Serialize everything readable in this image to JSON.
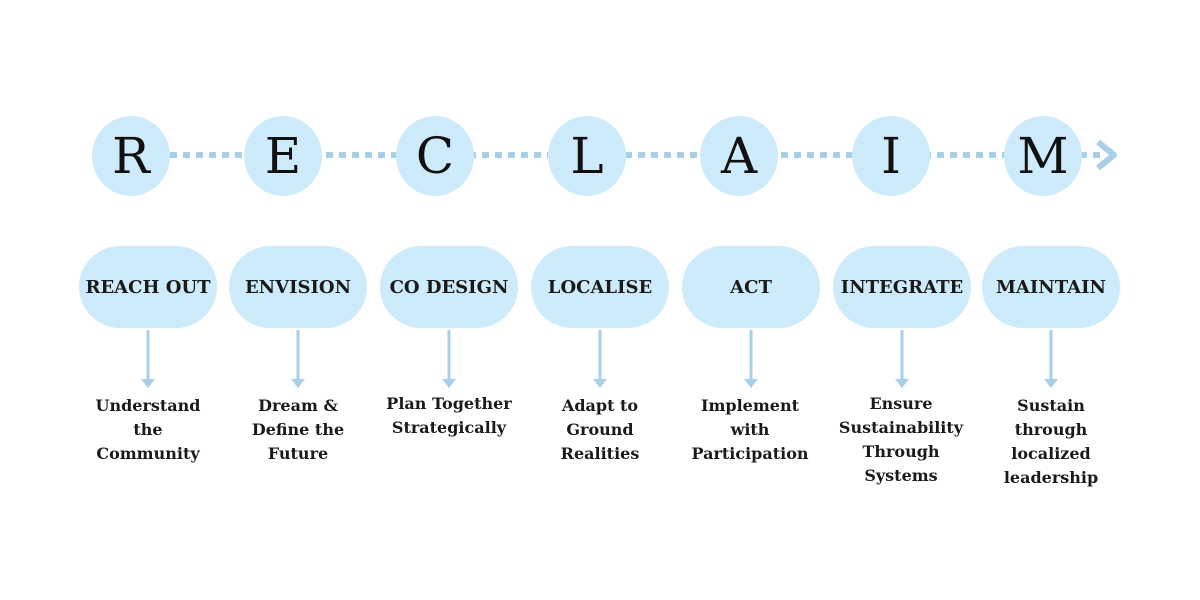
{
  "colors": {
    "fill": "#cdebfa",
    "connector": "#a7cfe8",
    "text": "#111111"
  },
  "steps": [
    {
      "letter": "R",
      "phase": "REACH OUT",
      "description": [
        "Understand",
        "the",
        "Community"
      ]
    },
    {
      "letter": "E",
      "phase": "ENVISION",
      "description": [
        "Dream &",
        "Define the",
        "Future"
      ]
    },
    {
      "letter": "C",
      "phase": "CO DESIGN",
      "description": [
        "Plan Together",
        "Strategically"
      ]
    },
    {
      "letter": "L",
      "phase": "LOCALISE",
      "description": [
        "Adapt to",
        "Ground",
        "Realities"
      ]
    },
    {
      "letter": "A",
      "phase": "ACT",
      "description": [
        "Implement",
        "with",
        "Participation"
      ]
    },
    {
      "letter": "I",
      "phase": "INTEGRATE",
      "description": [
        "Ensure",
        "Sustainability",
        "Through",
        "Systems"
      ]
    },
    {
      "letter": "M",
      "phase": "MAINTAIN",
      "description": [
        "Sustain",
        "through",
        "localized",
        "leadership"
      ]
    }
  ]
}
